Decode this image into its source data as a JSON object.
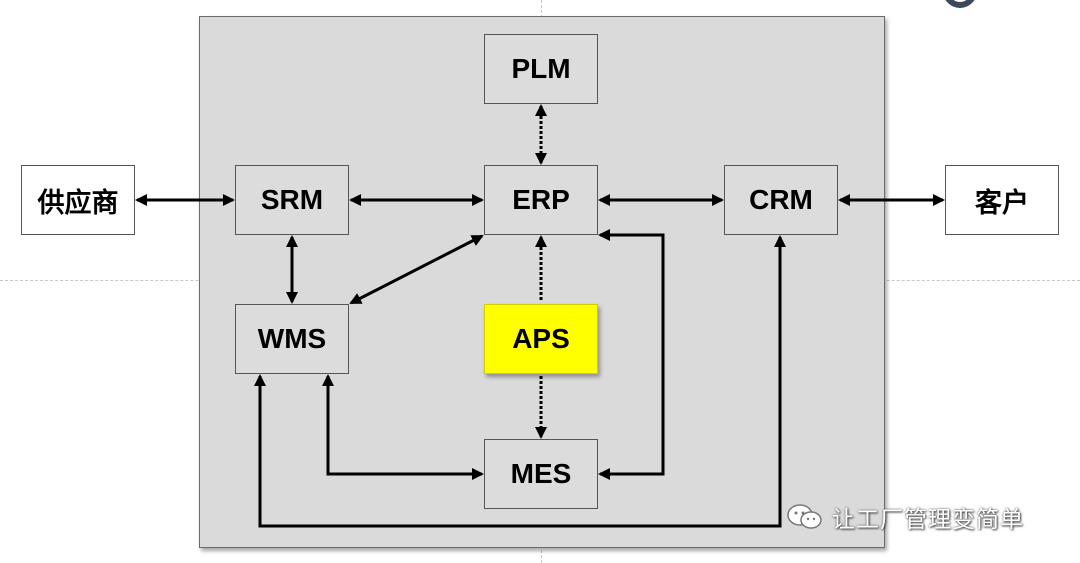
{
  "nodes": {
    "plm": "PLM",
    "supplier": "供应商",
    "srm": "SRM",
    "erp": "ERP",
    "crm": "CRM",
    "customer": "客户",
    "wms": "WMS",
    "aps": "APS",
    "mes": "MES"
  },
  "watermark": {
    "text": "让工厂管理变简单",
    "icon": "wechat-icon"
  },
  "colors": {
    "panel": "#dadada",
    "aps_highlight": "#ffff00",
    "arrow": "#000000"
  }
}
